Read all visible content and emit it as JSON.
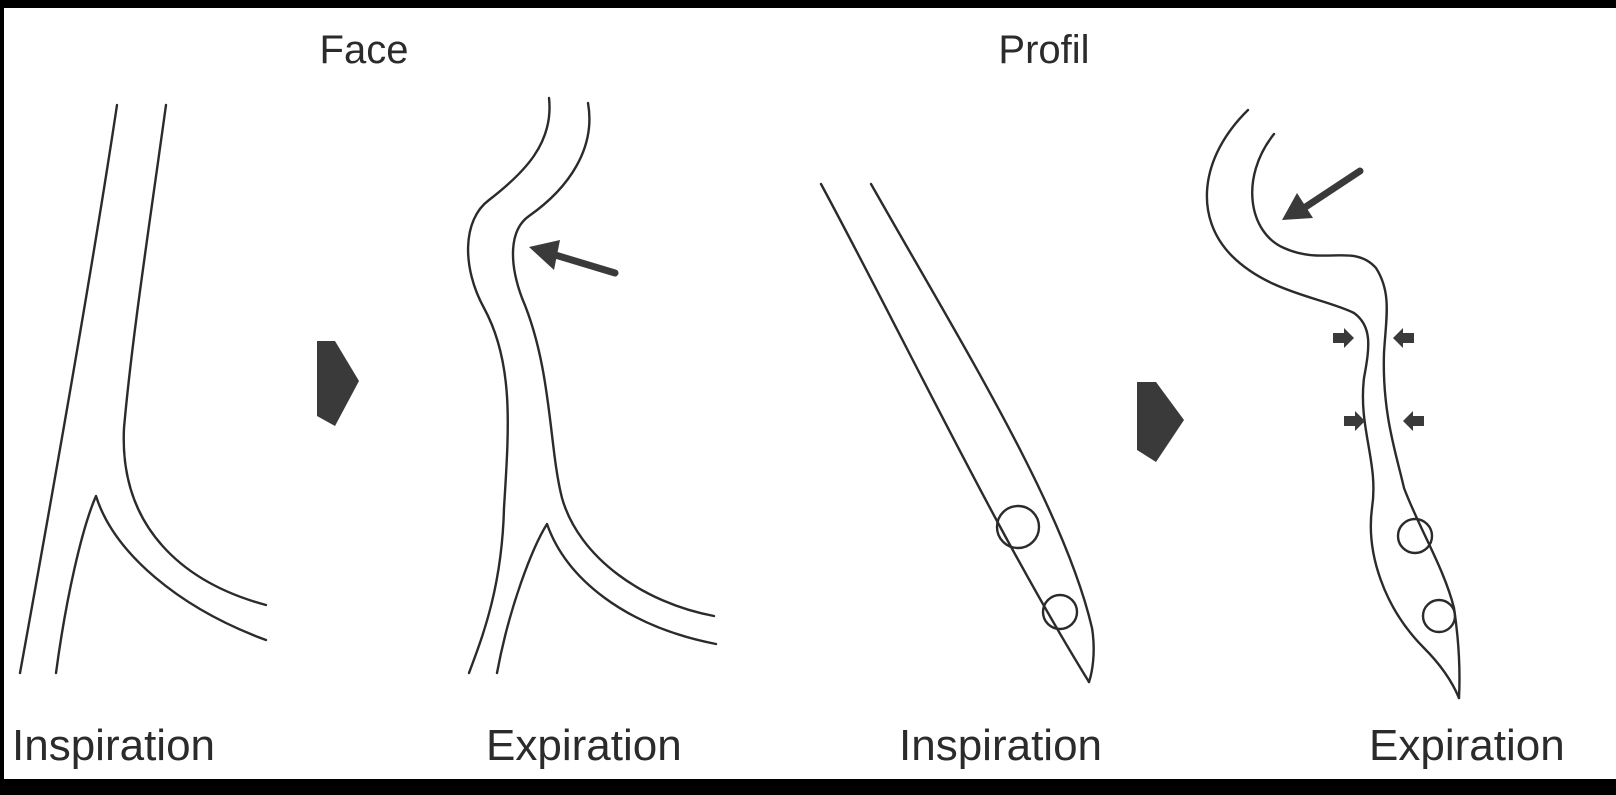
{
  "headings": {
    "face": "Face",
    "profil": "Profil"
  },
  "panels": [
    {
      "view": "face",
      "label": "Inspiration"
    },
    {
      "view": "face",
      "label": "Expiration"
    },
    {
      "view": "profil",
      "label": "Inspiration"
    },
    {
      "view": "profil",
      "label": "Expiration"
    }
  ],
  "colors": {
    "background": "#ffffff",
    "frame": "#000000",
    "stroke": "#2b2b2b",
    "arrow_fill": "#3a3a3a"
  },
  "icons": [
    "block-arrow-right-icon",
    "collapse-arrow-icon",
    "compression-arrow-icon"
  ]
}
